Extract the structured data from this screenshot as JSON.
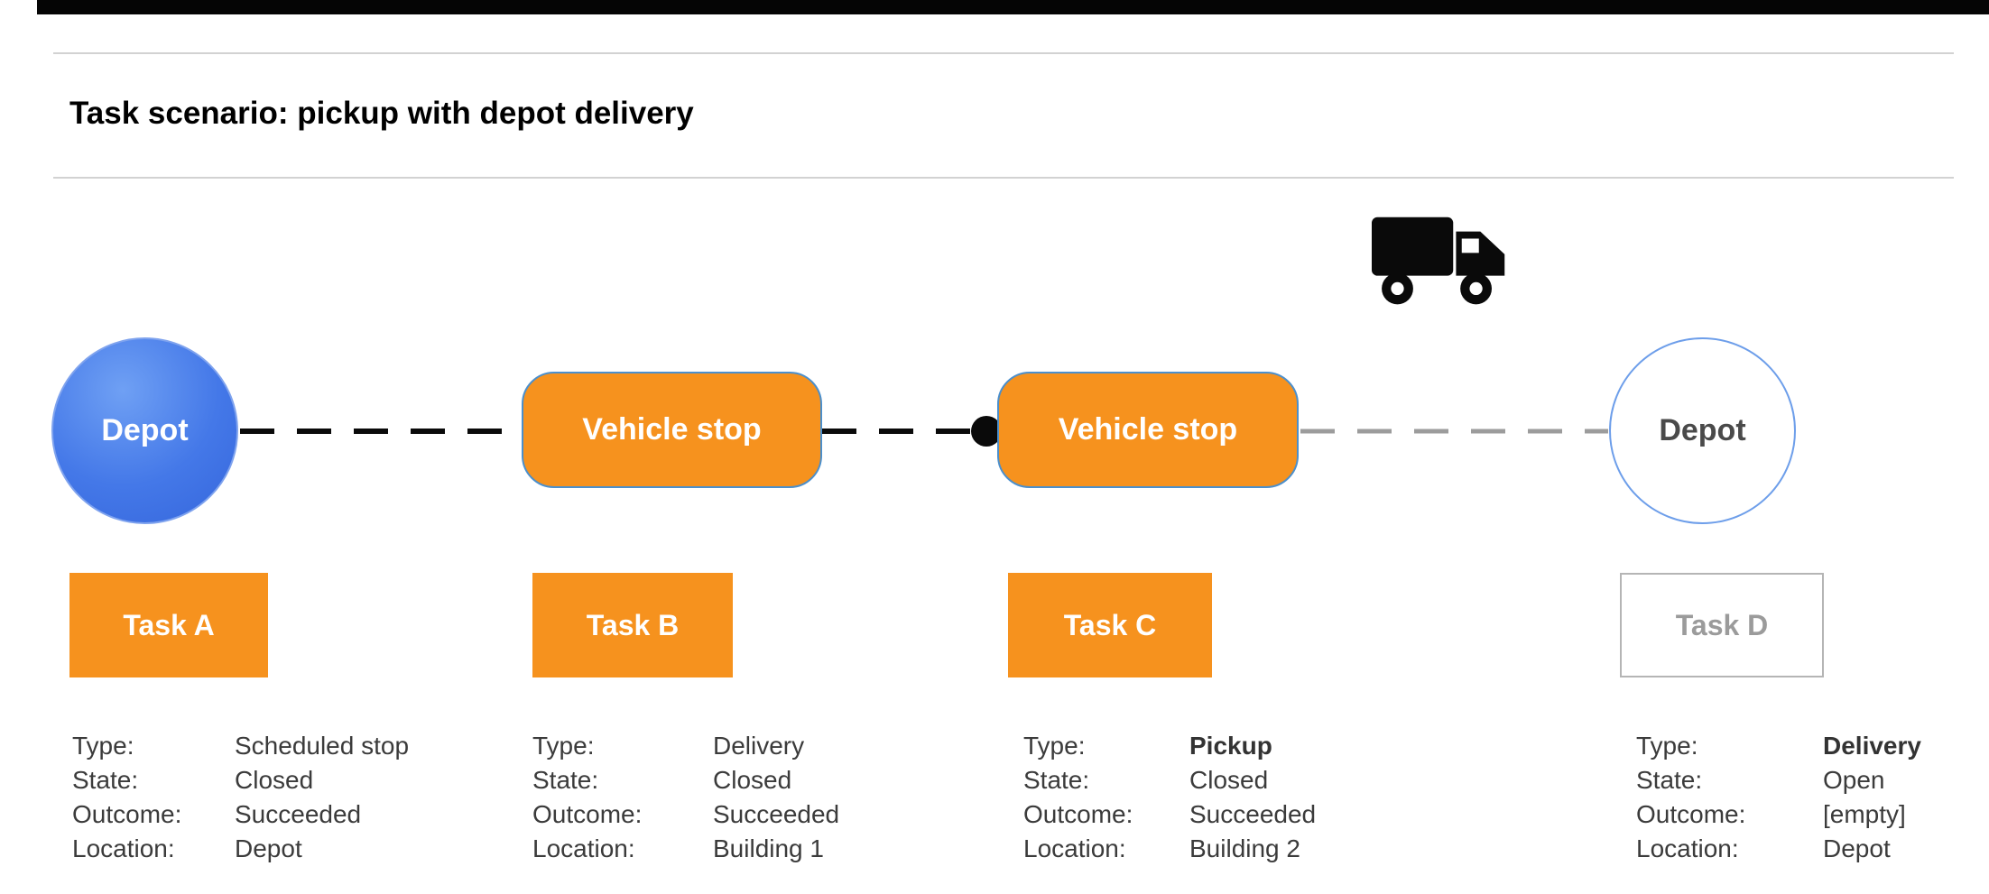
{
  "page": {
    "title": "Task scenario: pickup with depot delivery"
  },
  "nodes": {
    "depot_start": "Depot",
    "vehicle_stop_1": "Vehicle stop",
    "vehicle_stop_2": "Vehicle stop",
    "depot_end": "Depot"
  },
  "labels": {
    "type": "Type:",
    "state": "State:",
    "outcome": "Outcome:",
    "location": "Location:"
  },
  "tasks": [
    {
      "name": "Task A",
      "type": "Scheduled stop",
      "state": "Closed",
      "outcome": "Succeeded",
      "location": "Depot"
    },
    {
      "name": "Task B",
      "type": "Delivery",
      "state": "Closed",
      "outcome": "Succeeded",
      "location": "Building 1"
    },
    {
      "name": "Task C",
      "type": "Pickup",
      "state": "Closed",
      "outcome": "Succeeded",
      "location": "Building 2"
    },
    {
      "name": "Task D",
      "type": "Delivery",
      "state": "Open",
      "outcome": "[empty]",
      "location": "Depot"
    }
  ],
  "icons": {
    "truck": "truck-icon",
    "waypoint_dot": "current-position-dot"
  },
  "colors": {
    "task_orange": "#F6921E",
    "depot_blue": "#4478E8",
    "stop_border_blue": "#4B8FCC",
    "inactive_gray": "#9B9B9B",
    "route_black": "#0A0A0A",
    "route_gray": "#9C9C9C"
  }
}
